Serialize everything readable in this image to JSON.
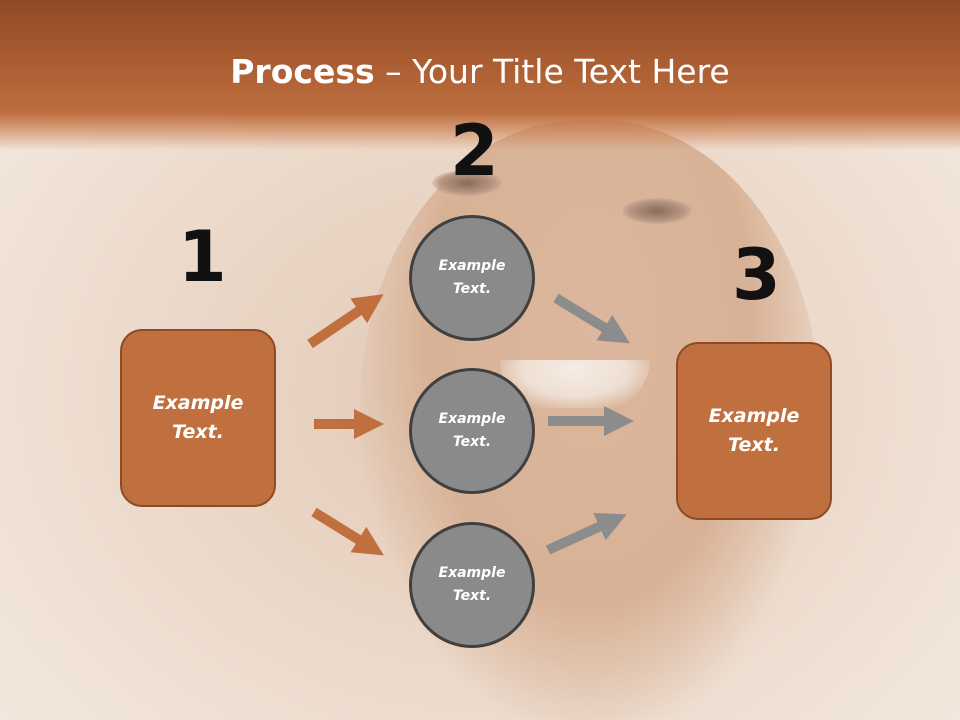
{
  "slide": {
    "title_bold": "Process",
    "title_rest": " – Your Title Text Here"
  },
  "steps": {
    "number_1": "1",
    "number_2": "2",
    "number_3": "3"
  },
  "nodes": {
    "left_box": "Example\nText.",
    "circle_top": "Example\nText.",
    "circle_middle": "Example\nText.",
    "circle_bottom": "Example\nText.",
    "right_box": "Example\nText."
  },
  "colors": {
    "header": "#a75a30",
    "box_fill": "#c0703f",
    "box_border": "#8c4a26",
    "circle_fill": "#8a8a8a",
    "circle_border": "#404040",
    "arrow_orange": "#c0703f",
    "arrow_gray": "#8c8c8c"
  }
}
